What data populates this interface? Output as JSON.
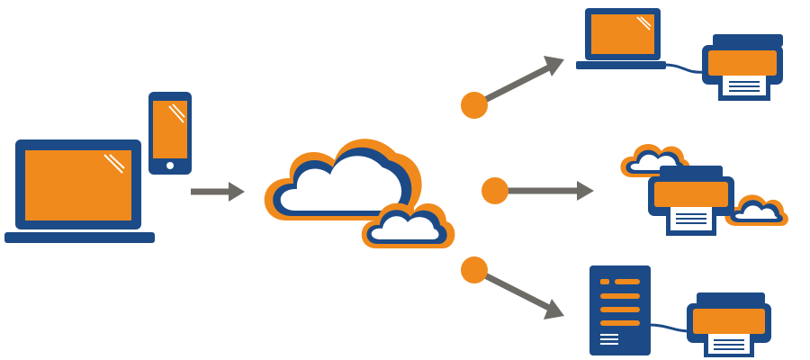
{
  "colors": {
    "navy": "#1c4a86",
    "orange": "#f08a1c",
    "gray": "#6e6b66",
    "white": "#ffffff"
  },
  "nodes": {
    "source_laptop": {
      "icon": "laptop-icon"
    },
    "source_phone": {
      "icon": "smartphone-icon"
    },
    "cloud": {
      "icon": "cloud-icon"
    },
    "target_laptop": {
      "icon": "laptop-icon"
    },
    "target_printer_1": {
      "icon": "printer-icon"
    },
    "target_cloud_printer": {
      "icon": "cloud-printer-icon"
    },
    "target_server": {
      "icon": "server-icon"
    },
    "target_printer_3": {
      "icon": "printer-icon"
    }
  },
  "connectors": [
    {
      "from": "devices",
      "to": "cloud",
      "style": "arrow"
    },
    {
      "from": "cloud",
      "to": "laptop-printer",
      "style": "dot-arrow"
    },
    {
      "from": "cloud",
      "to": "cloud-printer",
      "style": "dot-arrow"
    },
    {
      "from": "cloud",
      "to": "server-printer",
      "style": "dot-arrow"
    }
  ]
}
